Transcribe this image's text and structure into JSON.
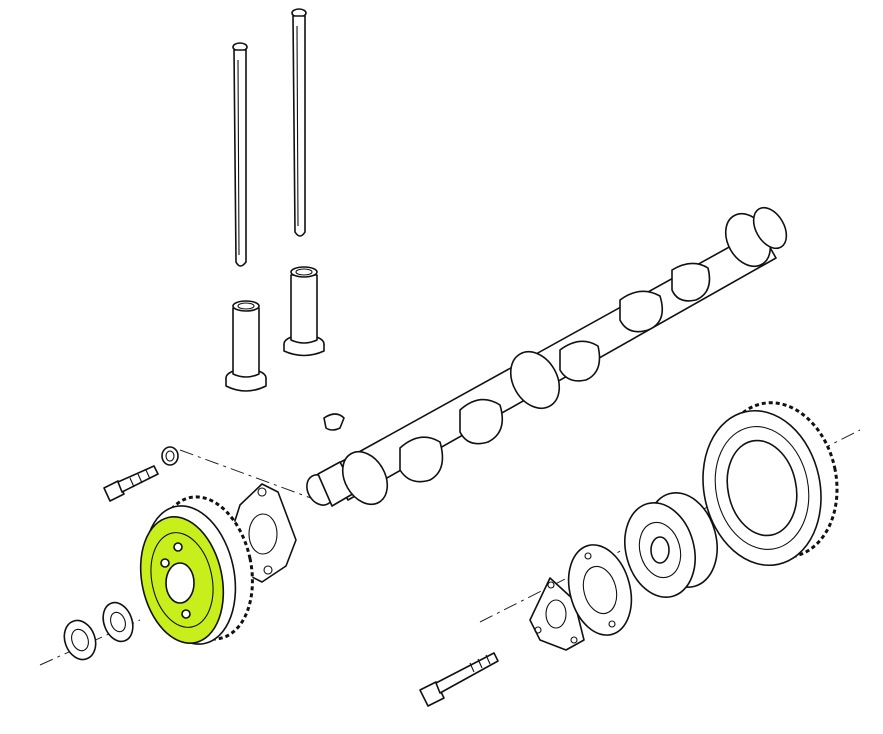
{
  "diagram": {
    "kind": "exploded-view",
    "highlight_color": "#c8ef1c",
    "line_color": "#111111",
    "highlighted_part": "camshaft-gear",
    "parts": [
      "pushrod",
      "pushrod",
      "tappet",
      "tappet",
      "woodruff-key",
      "camshaft",
      "bolt",
      "lock-washer",
      "thrust-plate",
      "camshaft-gear",
      "washer",
      "nut",
      "long-bolt",
      "flange-plate",
      "spacer-plate",
      "hub",
      "drive-gear"
    ]
  }
}
